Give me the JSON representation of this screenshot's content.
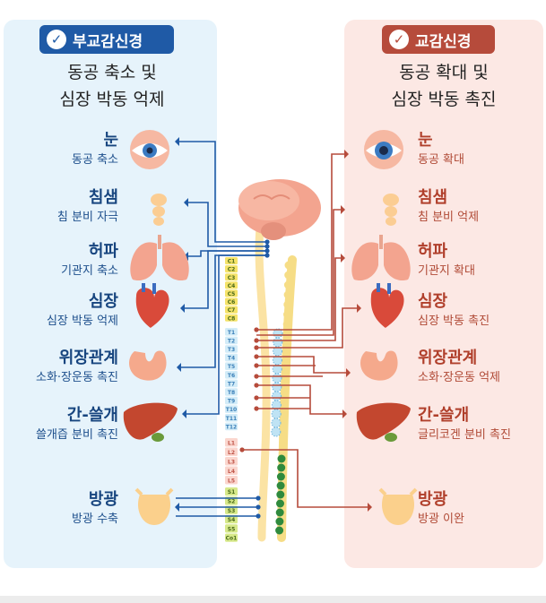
{
  "parasympathetic": {
    "badge": "부교감신경",
    "summary_line1": "동공 축소 및",
    "summary_line2": "심장 박동 억제",
    "organs": [
      {
        "name": "눈",
        "effect": "동공 축소"
      },
      {
        "name": "침샘",
        "effect": "침 분비 자극"
      },
      {
        "name": "허파",
        "effect": "기관지 축소"
      },
      {
        "name": "심장",
        "effect": "심장 박동 억제"
      },
      {
        "name": "위장관계",
        "effect": "소화·장운동 촉진"
      },
      {
        "name": "간-쓸개",
        "effect": "쓸개즙 분비 촉진"
      },
      {
        "name": "방광",
        "effect": "방광 수축"
      }
    ]
  },
  "sympathetic": {
    "badge": "교감신경",
    "summary_line1": "동공 확대 및",
    "summary_line2": "심장 박동 촉진",
    "organs": [
      {
        "name": "눈",
        "effect": "동공 확대"
      },
      {
        "name": "침샘",
        "effect": "침 분비 억제"
      },
      {
        "name": "허파",
        "effect": "기관지 확대"
      },
      {
        "name": "심장",
        "effect": "심장 박동 촉진"
      },
      {
        "name": "위장관계",
        "effect": "소화·장운동 억제"
      },
      {
        "name": "간-쓸개",
        "effect": "글리코겐 분비 촉진"
      },
      {
        "name": "방광",
        "effect": "방광 이완"
      }
    ]
  },
  "spine": {
    "cervical": [
      "C1",
      "C2",
      "C3",
      "C4",
      "C5",
      "C6",
      "C7",
      "C8"
    ],
    "thoracic": [
      "T1",
      "T2",
      "T3",
      "T4",
      "T5",
      "T6",
      "T7",
      "T8",
      "T9",
      "T10",
      "T11",
      "T12"
    ],
    "lumbar": [
      "L1",
      "L2",
      "L3",
      "L4",
      "L5"
    ],
    "sacral": [
      "S1",
      "S2",
      "S3",
      "S4",
      "S5",
      "Co1"
    ]
  },
  "colors": {
    "parasympathetic": "#1f5aa6",
    "sympathetic": "#b64b3b",
    "cervical": "#f5e36a",
    "thoracic": "#d3ecf8",
    "lumbar": "#fbd6ce",
    "sacral": "#d7e98a",
    "ganglia": "#2f8a3d"
  }
}
